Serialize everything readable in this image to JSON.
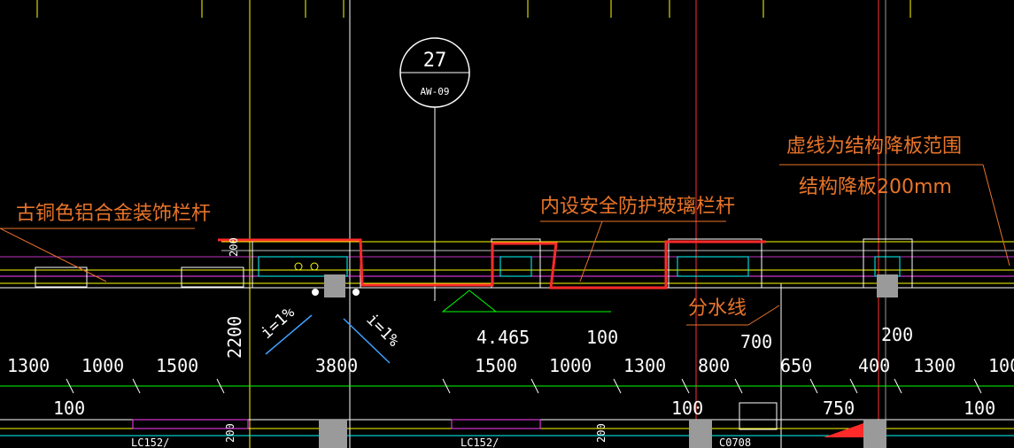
{
  "labels": {
    "railing_left": "古铜色铝合金装饰栏杆",
    "glass_railing": "内设安全防护玻璃栏杆",
    "dashed_note": "虚线为结构降板范围",
    "slab_drop": "结构降板200mm",
    "drain_line": "分水线"
  },
  "section_mark": {
    "number": "27",
    "sheet": "AW-09"
  },
  "elevation": "4.465",
  "slopes": {
    "left": "i=1%",
    "right": "i=1%"
  },
  "dims": {
    "d100a": "100",
    "d700": "700",
    "d200a": "200",
    "d2200": "2200",
    "d200_vert_top": "200",
    "d200_vert_bot": "200",
    "d200_vert_mid": "200"
  },
  "dim_row": [
    "1300",
    "1000",
    "1500",
    "3800",
    "1500",
    "1000",
    "1300",
    "800",
    "650",
    "400",
    "1300",
    "100"
  ],
  "dim_row2": [
    "100",
    "100",
    "750",
    "100"
  ],
  "window_tags": [
    "LC152/",
    "LC152/",
    "C0708"
  ],
  "colors": {
    "background": "#000000",
    "annotation": "#e8742a",
    "highlight": "#ff2a2a",
    "wall_yellow": "#ffff00",
    "cyan": "#00ffff",
    "green": "#00ff00",
    "dim_blue": "#3fa0ff"
  }
}
